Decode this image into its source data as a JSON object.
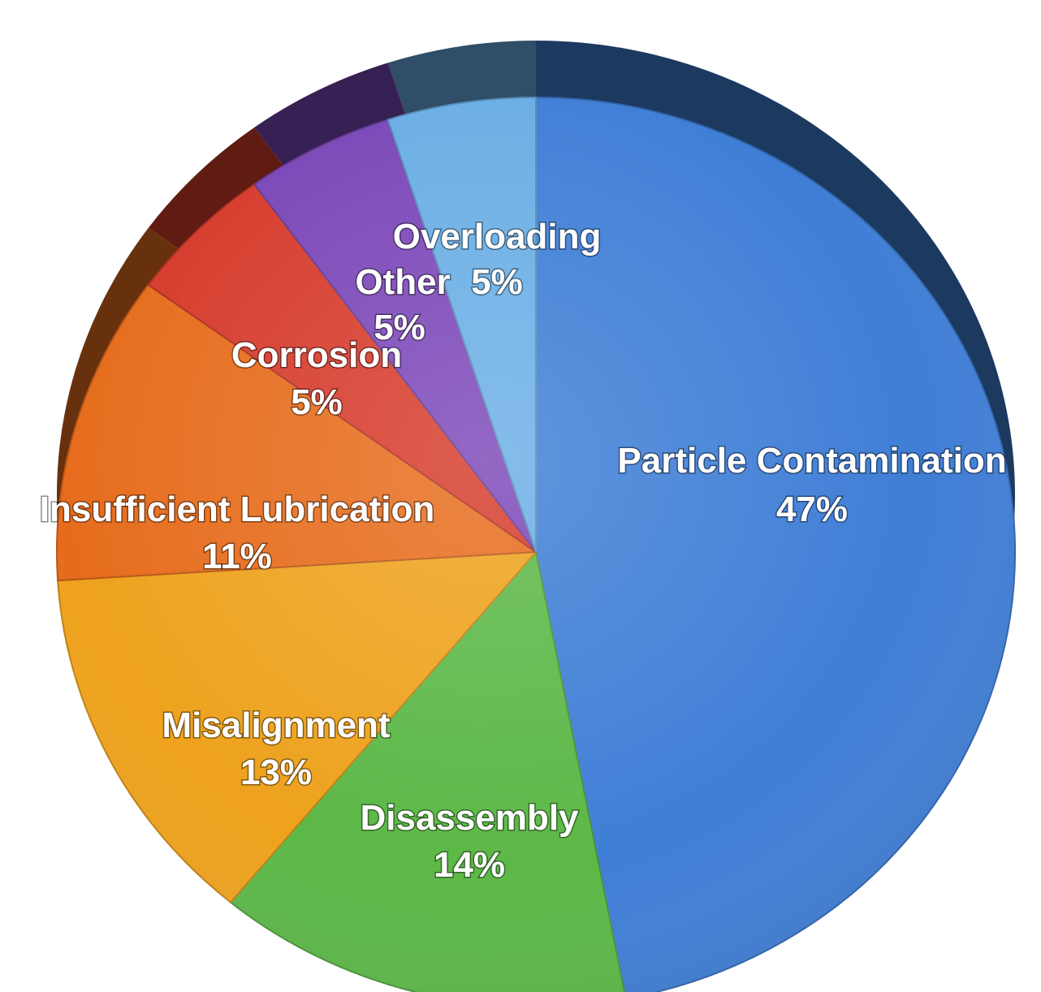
{
  "chart_data": {
    "type": "pie",
    "title": "",
    "slices": [
      {
        "label": "Particle Contamination",
        "value": 47,
        "value_text": "47%",
        "color": "#3f7ed6"
      },
      {
        "label": "Disassembly",
        "value": 14,
        "value_text": "14%",
        "color": "#5cb847"
      },
      {
        "label": "Misalignment",
        "value": 13,
        "value_text": "13%",
        "color": "#eea21d"
      },
      {
        "label": "Insufficient Lubrication",
        "value": 11,
        "value_text": "11%",
        "color": "#e66c1c"
      },
      {
        "label": "Corrosion",
        "value": 5,
        "value_text": "5%",
        "color": "#d63b2b"
      },
      {
        "label": "Overloading",
        "value": 5,
        "value_text": "5%",
        "color": "#7b47b8"
      },
      {
        "label": "Other",
        "value": 5,
        "value_text": "5%",
        "color": "#6aaee5"
      }
    ],
    "legend": "none",
    "style": "3d-tilted"
  }
}
